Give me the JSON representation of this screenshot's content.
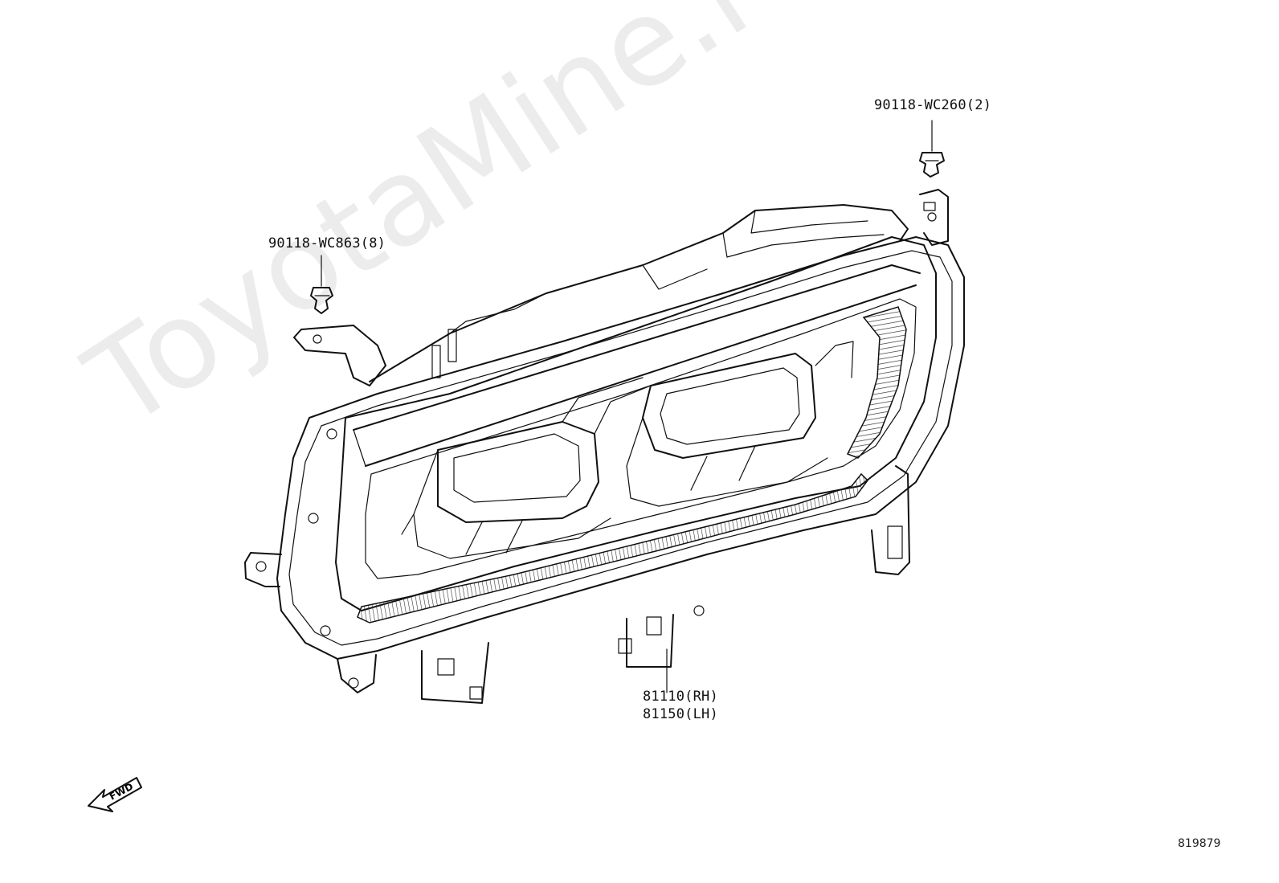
{
  "watermark": "ToyotaMine.ru",
  "callouts": {
    "clip_upper": "90118-WC260(2)",
    "clip_left": "90118-WC863(8)",
    "headlamp_rh": "81110(RH)",
    "headlamp_lh": "81150(LH)"
  },
  "direction_marker": {
    "label": "FWD",
    "icon": "fwd-arrow-icon"
  },
  "drawing_number": "819879"
}
